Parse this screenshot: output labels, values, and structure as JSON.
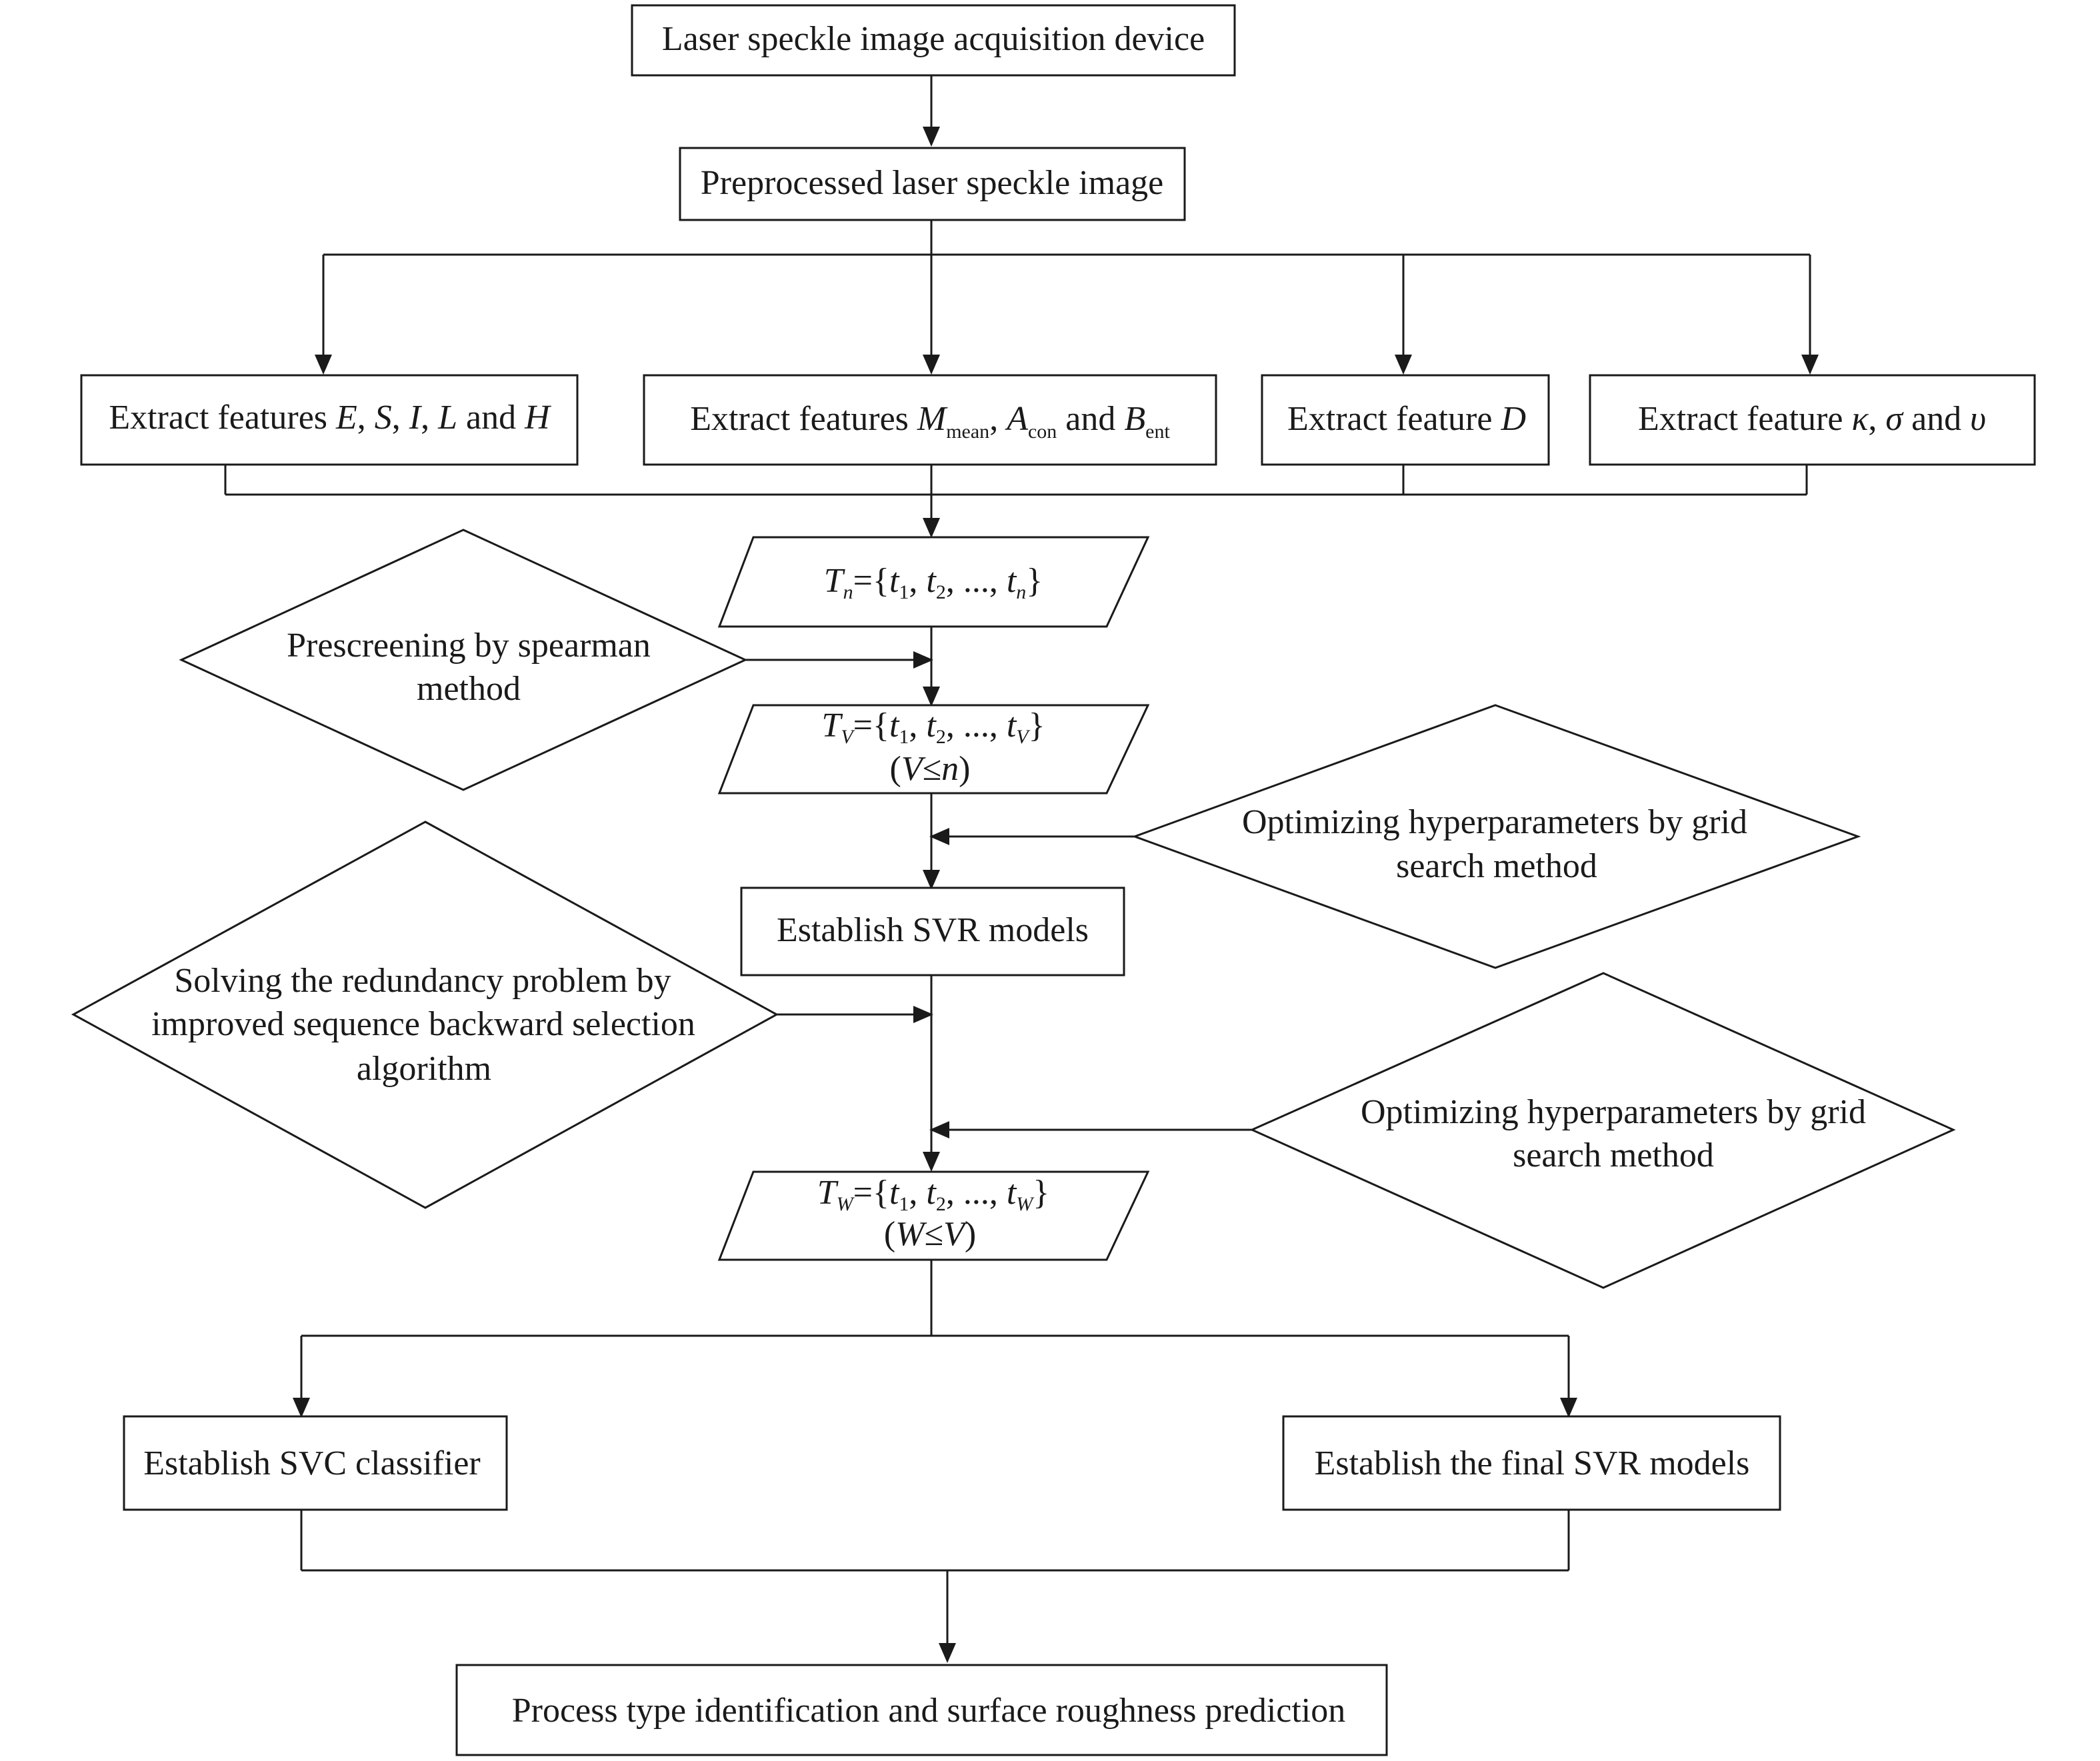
{
  "steps": {
    "acquisition": "Laser speckle image acquisition device",
    "preprocessed": "Preprocessed laser speckle image",
    "establish_svr": "Establish SVR models",
    "establish_svc": "Establish SVC classifier",
    "final_svr": "Establish the final SVR models",
    "output": "Process type identification and surface roughness prediction"
  },
  "features": {
    "prefix_plural": "Extract features ",
    "prefix_single": "Extract feature ",
    "and": " and ",
    "comma": ", ",
    "group1": {
      "v1": "E",
      "v2": "S",
      "v3": "I",
      "v4": "L",
      "v5": "H"
    },
    "group2": {
      "m": "M",
      "m_sub": "mean",
      "a": "A",
      "a_sub": "con",
      "b": "B",
      "b_sub": "ent"
    },
    "group3": {
      "v1": "D"
    },
    "group4": {
      "v1": "κ",
      "v2": "σ",
      "v3": "υ"
    }
  },
  "sets": {
    "tn": {
      "T": "T",
      "sub": "n",
      "eq": "={",
      "t": "t",
      "s1": "1",
      "s2": "2",
      "ellipsis": ", ..., ",
      "sep": ", ",
      "last_sub": "n",
      "close": "}"
    },
    "tv": {
      "T": "T",
      "sub": "V",
      "eq": "={",
      "t": "t",
      "s1": "1",
      "s2": "2",
      "ellipsis": ", ..., ",
      "sep": ", ",
      "last_sub": "V",
      "close": "}",
      "cond_open": "(",
      "cond_a": "V",
      "cond_op": "≤",
      "cond_b": "n",
      "cond_close": ")"
    },
    "tw": {
      "T": "T",
      "sub": "W",
      "eq": "={",
      "t": "t",
      "s1": "1",
      "s2": "2",
      "ellipsis": ", ..., ",
      "sep": ", ",
      "last_sub": "W",
      "close": "}",
      "cond_open": "(",
      "cond_a": "W",
      "cond_op": "≤",
      "cond_b": "V",
      "cond_close": ")"
    }
  },
  "decisions": {
    "spearman": [
      "Prescreening by spearman",
      "method"
    ],
    "grid1": [
      "Optimizing hyperparameters by grid",
      "search method"
    ],
    "redundancy": [
      "Solving the redundancy problem by",
      "improved sequence backward selection",
      "algorithm"
    ],
    "grid2": [
      "Optimizing hyperparameters by grid",
      "search method"
    ]
  }
}
